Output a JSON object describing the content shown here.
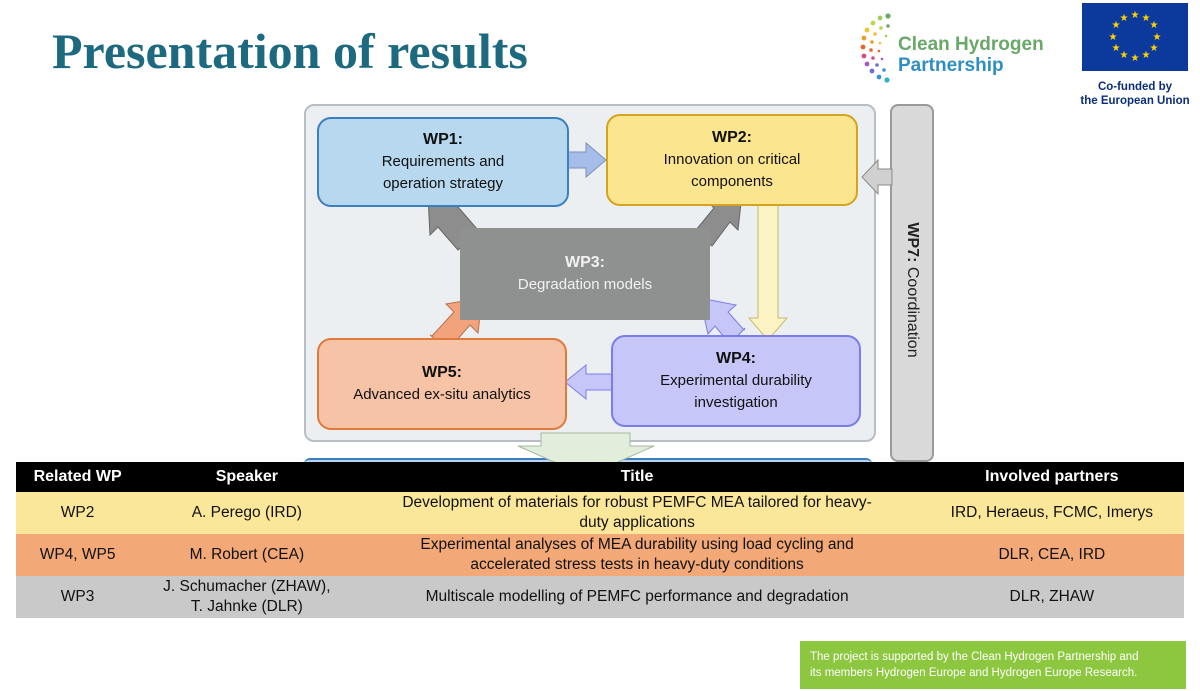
{
  "slide": {
    "title": "Presentation of results"
  },
  "logos": {
    "chp_line1": "Clean Hydrogen",
    "chp_line2": "Partnership",
    "eu_line1": "Co-funded by",
    "eu_line2": "the European Union"
  },
  "diagram": {
    "wp1": {
      "id": "WP1:",
      "desc_lines": [
        "Requirements and",
        "operation strategy"
      ]
    },
    "wp2": {
      "id": "WP2:",
      "desc_lines": [
        "Innovation on critical",
        "components"
      ]
    },
    "wp3": {
      "id": "WP3:",
      "desc_lines": [
        "Degradation models"
      ]
    },
    "wp4": {
      "id": "WP4:",
      "desc_lines": [
        "Experimental durability",
        "investigation"
      ]
    },
    "wp5": {
      "id": "WP5:",
      "desc_lines": [
        "Advanced ex-situ analytics"
      ]
    },
    "wp7": {
      "id": "WP7:",
      "desc": "Coordination"
    }
  },
  "table": {
    "headers": [
      "Related WP",
      "Speaker",
      "Title",
      "Involved partners"
    ],
    "rows": [
      {
        "wp": "WP2",
        "speaker_lines": [
          "A. Perego (IRD)"
        ],
        "title_lines": [
          "Development of materials for robust PEMFC MEA tailored for heavy-",
          "duty applications"
        ],
        "partners": "IRD, Heraeus, FCMC, Imerys"
      },
      {
        "wp": "WP4, WP5",
        "speaker_lines": [
          "M. Robert (CEA)"
        ],
        "title_lines": [
          "Experimental analyses of MEA durability using load cycling and",
          "accelerated stress tests in heavy-duty conditions"
        ],
        "partners": "DLR, CEA, IRD"
      },
      {
        "wp": "WP3",
        "speaker_lines": [
          "J. Schumacher (ZHAW),",
          "T. Jahnke (DLR)"
        ],
        "title_lines": [
          "Multiscale modelling of PEMFC performance and degradation"
        ],
        "partners": "DLR, ZHAW"
      }
    ]
  },
  "footer": {
    "line1": "The project is supported by the Clean Hydrogen Partnership and",
    "line2": "its members Hydrogen Europe and Hydrogen Europe Research."
  },
  "colors": {
    "title": "#1d6a80",
    "wp1": "#b7d8ee",
    "wp2": "#fbe58e",
    "wp3": "#8f9090",
    "wp4": "#c6c6f8",
    "wp5": "#f6c3a6",
    "row_wp2": "#fbe79a",
    "row_wp45": "#f2a877",
    "row_wp3": "#c9c9c9",
    "footer": "#8dc63f",
    "eu_blue": "#0b3a9c"
  }
}
